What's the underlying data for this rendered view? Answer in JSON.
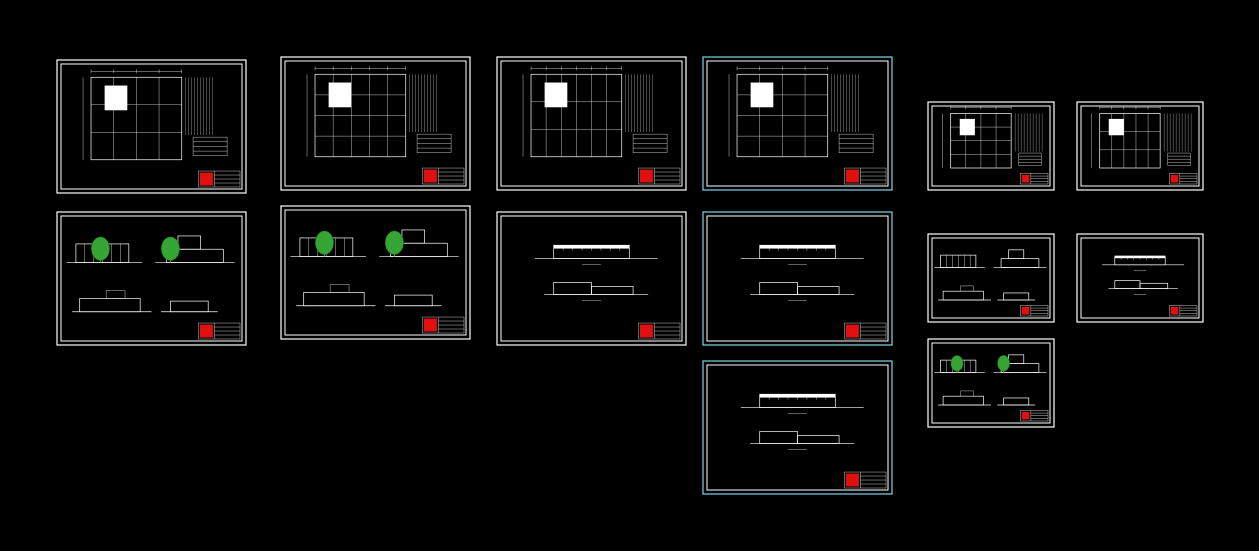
{
  "app": {
    "background": "#000000"
  },
  "colors": {
    "line": "#ffffff",
    "frame_cyan": "#7fd6e6",
    "tree": "#35a535",
    "stamp": "#e01010"
  },
  "sheets": [
    {
      "id": "floor-plan-1",
      "kind": "plan"
    },
    {
      "id": "floor-plan-2",
      "kind": "plan"
    },
    {
      "id": "floor-plan-3",
      "kind": "plan"
    },
    {
      "id": "floor-plan-4",
      "kind": "plan"
    },
    {
      "id": "elevations-1",
      "kind": "elevation"
    },
    {
      "id": "elevations-2",
      "kind": "elevation"
    },
    {
      "id": "sections-1",
      "kind": "section"
    },
    {
      "id": "sections-2",
      "kind": "section"
    },
    {
      "id": "sections-3",
      "kind": "section"
    },
    {
      "id": "small-plan-1",
      "kind": "plan"
    },
    {
      "id": "small-plan-2",
      "kind": "plan"
    },
    {
      "id": "small-elevation-1",
      "kind": "elevation"
    },
    {
      "id": "small-section-1",
      "kind": "section"
    },
    {
      "id": "small-elevation-2",
      "kind": "elevation"
    }
  ]
}
